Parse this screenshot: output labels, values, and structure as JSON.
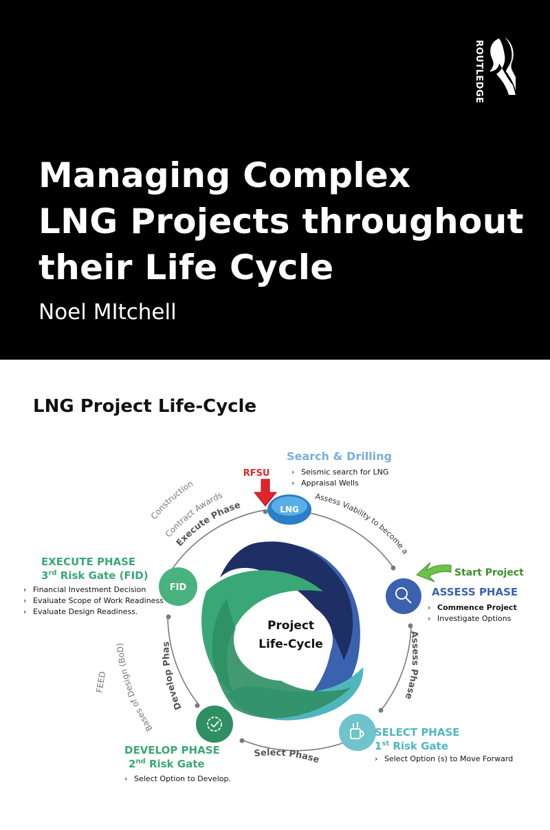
{
  "cover": {
    "publisher": "ROUTLEDGE",
    "title_lines": [
      "Managing Complex",
      "LNG Projects throughout",
      "their Life Cycle"
    ],
    "author": "Noel MItchell"
  },
  "diagram": {
    "heading": "LNG Project Life-Cycle",
    "center": [
      "Project",
      "Life-Cycle"
    ],
    "lng_logo": "LNG",
    "fid_label": "FID",
    "rfsu": "RFSU",
    "start_project": "Start Project",
    "search": {
      "title": "Search & Drilling",
      "items": [
        "Seismic search for LNG",
        "Appraisal Wells"
      ]
    },
    "assess_viability": "Assess Viability to become a Project",
    "assess": {
      "title": "ASSESS PHASE",
      "items": [
        "Commence Project",
        "Investigate Options"
      ]
    },
    "assess_arc": "Assess Phase",
    "select": {
      "title": "SELECT PHASE",
      "gate_num": "1",
      "gate_sup": "st",
      "gate_text": " Risk Gate",
      "items": [
        "Select  Option (s) to Move Forward"
      ]
    },
    "select_arc": "Select Phase",
    "develop": {
      "title": "DEVELOP PHASE",
      "gate_num": "2",
      "gate_sup": "nd",
      "gate_text": " Risk Gate",
      "items": [
        "Select Option to Develop."
      ]
    },
    "develop_arc": "Develop Phase",
    "bod": "Bases of Design (BoD)",
    "feed": "FEED",
    "execute": {
      "title": "EXECUTE PHASE",
      "gate_num": "3",
      "gate_sup": "rd",
      "gate_text": " Risk Gate (FID)",
      "items": [
        "Financial Investment Decision",
        "Evaluate Scope of Work Readiness",
        "Evaluate Design Readiness."
      ]
    },
    "execute_arc": "Execute Phase",
    "contract": "Contract Awards",
    "construction": "Construction",
    "bullet": "›",
    "colors": {
      "green": "#3aa876",
      "blue": "#3b62ae",
      "teal": "#4fb6be",
      "navy": "#1e2f66",
      "light_blue": "#7aaedb",
      "red": "#e0242a",
      "start_green": "#3d8f2c"
    }
  }
}
